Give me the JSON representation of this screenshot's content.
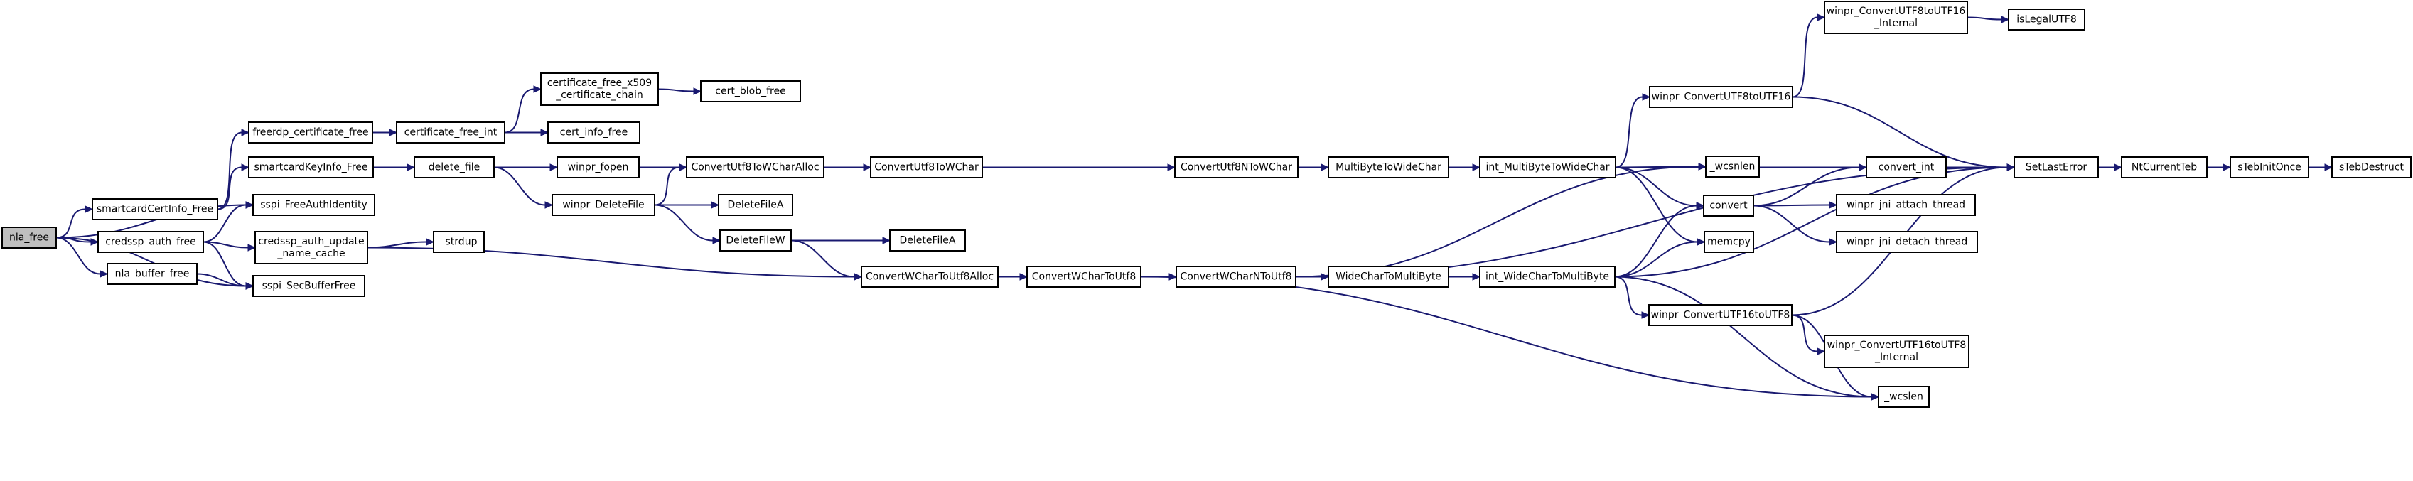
{
  "colors": {
    "edge": "#191970",
    "node_border": "#000000",
    "root_fill": "#bfbfbf",
    "node_fill": "#ffffff"
  },
  "nodes": [
    {
      "id": "nla_free",
      "label": [
        "nla_free"
      ],
      "root": true
    },
    {
      "id": "smartcardCertInfo_Free",
      "label": [
        "smartcardCertInfo_Free"
      ]
    },
    {
      "id": "sspi_FreeAuthIdentity",
      "label": [
        "sspi_FreeAuthIdentity"
      ]
    },
    {
      "id": "credssp_auth_free",
      "label": [
        "credssp_auth_free"
      ]
    },
    {
      "id": "nla_buffer_free",
      "label": [
        "nla_buffer_free"
      ]
    },
    {
      "id": "sspi_SecBufferFree",
      "label": [
        "sspi_SecBufferFree"
      ]
    },
    {
      "id": "freerdp_certificate_free",
      "label": [
        "freerdp_certificate_free"
      ]
    },
    {
      "id": "smartcardKeyInfo_Free",
      "label": [
        "smartcardKeyInfo_Free"
      ]
    },
    {
      "id": "credssp_auth_update_name_cache",
      "label": [
        "credssp_auth_update",
        "_name_cache"
      ]
    },
    {
      "id": "certificate_free_int",
      "label": [
        "certificate_free_int"
      ]
    },
    {
      "id": "delete_file",
      "label": [
        "delete_file"
      ]
    },
    {
      "id": "_strdup",
      "label": [
        "_strdup"
      ]
    },
    {
      "id": "certificate_free_x509_certificate_chain",
      "label": [
        "certificate_free_x509",
        "_certificate_chain"
      ]
    },
    {
      "id": "cert_info_free",
      "label": [
        "cert_info_free"
      ]
    },
    {
      "id": "winpr_fopen",
      "label": [
        "winpr_fopen"
      ]
    },
    {
      "id": "winpr_DeleteFile",
      "label": [
        "winpr_DeleteFile"
      ]
    },
    {
      "id": "cert_blob_free",
      "label": [
        "cert_blob_free"
      ]
    },
    {
      "id": "ConvertUtf8ToWCharAlloc",
      "label": [
        "ConvertUtf8ToWCharAlloc"
      ]
    },
    {
      "id": "DeleteFileA_1",
      "label": [
        "DeleteFileA"
      ]
    },
    {
      "id": "DeleteFileW",
      "label": [
        "DeleteFileW"
      ]
    },
    {
      "id": "ConvertWCharToUtf8Alloc",
      "label": [
        "ConvertWCharToUtf8Alloc"
      ]
    },
    {
      "id": "DeleteFileA_2",
      "label": [
        "DeleteFileA"
      ]
    },
    {
      "id": "ConvertUtf8ToWChar",
      "label": [
        "ConvertUtf8ToWChar"
      ]
    },
    {
      "id": "ConvertWCharToUtf8",
      "label": [
        "ConvertWCharToUtf8"
      ]
    },
    {
      "id": "ConvertUtf8NToWChar",
      "label": [
        "ConvertUtf8NToWChar"
      ]
    },
    {
      "id": "ConvertWCharNToUtf8",
      "label": [
        "ConvertWCharNToUtf8"
      ]
    },
    {
      "id": "MultiByteToWideChar",
      "label": [
        "MultiByteToWideChar"
      ]
    },
    {
      "id": "WideCharToMultiByte",
      "label": [
        "WideCharToMultiByte"
      ]
    },
    {
      "id": "int_MultiByteToWideChar",
      "label": [
        "int_MultiByteToWideChar"
      ]
    },
    {
      "id": "int_WideCharToMultiByte",
      "label": [
        "int_WideCharToMultiByte"
      ]
    },
    {
      "id": "winpr_ConvertUTF8toUTF16_Internal",
      "label": [
        "winpr_ConvertUTF8toUTF16",
        "_Internal"
      ]
    },
    {
      "id": "winpr_ConvertUTF8toUTF16",
      "label": [
        "winpr_ConvertUTF8toUTF16"
      ]
    },
    {
      "id": "_wcsnlen",
      "label": [
        "_wcsnlen"
      ]
    },
    {
      "id": "convert",
      "label": [
        "convert"
      ]
    },
    {
      "id": "memcpy",
      "label": [
        "memcpy"
      ]
    },
    {
      "id": "winpr_ConvertUTF16toUTF8",
      "label": [
        "winpr_ConvertUTF16toUTF8"
      ]
    },
    {
      "id": "winpr_ConvertUTF16toUTF8_Internal",
      "label": [
        "winpr_ConvertUTF16toUTF8",
        "_Internal"
      ]
    },
    {
      "id": "_wcslen",
      "label": [
        "_wcslen"
      ]
    },
    {
      "id": "isLegalUTF8",
      "label": [
        "isLegalUTF8"
      ]
    },
    {
      "id": "convert_int",
      "label": [
        "convert_int"
      ]
    },
    {
      "id": "winpr_jni_attach_thread",
      "label": [
        "winpr_jni_attach_thread"
      ]
    },
    {
      "id": "winpr_jni_detach_thread",
      "label": [
        "winpr_jni_detach_thread"
      ]
    },
    {
      "id": "SetLastError",
      "label": [
        "SetLastError"
      ]
    },
    {
      "id": "NtCurrentTeb",
      "label": [
        "NtCurrentTeb"
      ]
    },
    {
      "id": "sTebInitOnce",
      "label": [
        "sTebInitOnce"
      ]
    },
    {
      "id": "sTebDestruct",
      "label": [
        "sTebDestruct"
      ]
    }
  ],
  "edges": [
    [
      "nla_free",
      "smartcardCertInfo_Free"
    ],
    [
      "nla_free",
      "sspi_FreeAuthIdentity"
    ],
    [
      "nla_free",
      "credssp_auth_free"
    ],
    [
      "nla_free",
      "nla_buffer_free"
    ],
    [
      "nla_free",
      "sspi_SecBufferFree"
    ],
    [
      "smartcardCertInfo_Free",
      "freerdp_certificate_free"
    ],
    [
      "smartcardCertInfo_Free",
      "smartcardKeyInfo_Free"
    ],
    [
      "credssp_auth_free",
      "sspi_FreeAuthIdentity"
    ],
    [
      "credssp_auth_free",
      "credssp_auth_update_name_cache"
    ],
    [
      "credssp_auth_free",
      "sspi_SecBufferFree"
    ],
    [
      "nla_buffer_free",
      "sspi_SecBufferFree"
    ],
    [
      "freerdp_certificate_free",
      "certificate_free_int"
    ],
    [
      "smartcardKeyInfo_Free",
      "delete_file"
    ],
    [
      "credssp_auth_update_name_cache",
      "_strdup"
    ],
    [
      "credssp_auth_update_name_cache",
      "ConvertWCharToUtf8Alloc"
    ],
    [
      "certificate_free_int",
      "certificate_free_x509_certificate_chain"
    ],
    [
      "certificate_free_int",
      "cert_info_free"
    ],
    [
      "certificate_free_x509_certificate_chain",
      "cert_blob_free"
    ],
    [
      "delete_file",
      "winpr_fopen"
    ],
    [
      "delete_file",
      "winpr_DeleteFile"
    ],
    [
      "winpr_fopen",
      "ConvertUtf8ToWCharAlloc"
    ],
    [
      "winpr_DeleteFile",
      "ConvertUtf8ToWCharAlloc"
    ],
    [
      "winpr_DeleteFile",
      "DeleteFileA_1"
    ],
    [
      "winpr_DeleteFile",
      "DeleteFileW"
    ],
    [
      "DeleteFileW",
      "DeleteFileA_2"
    ],
    [
      "DeleteFileW",
      "ConvertWCharToUtf8Alloc"
    ],
    [
      "ConvertUtf8ToWCharAlloc",
      "ConvertUtf8ToWChar"
    ],
    [
      "ConvertWCharToUtf8Alloc",
      "ConvertWCharToUtf8"
    ],
    [
      "ConvertUtf8ToWChar",
      "ConvertUtf8NToWChar"
    ],
    [
      "ConvertWCharToUtf8",
      "ConvertWCharNToUtf8"
    ],
    [
      "ConvertWCharToUtf8",
      "_wcslen"
    ],
    [
      "ConvertUtf8NToWChar",
      "MultiByteToWideChar"
    ],
    [
      "ConvertUtf8NToWChar",
      "SetLastError"
    ],
    [
      "ConvertWCharNToUtf8",
      "WideCharToMultiByte"
    ],
    [
      "ConvertWCharNToUtf8",
      "_wcsnlen"
    ],
    [
      "ConvertWCharNToUtf8",
      "SetLastError"
    ],
    [
      "MultiByteToWideChar",
      "int_MultiByteToWideChar"
    ],
    [
      "WideCharToMultiByte",
      "int_WideCharToMultiByte"
    ],
    [
      "int_MultiByteToWideChar",
      "winpr_ConvertUTF8toUTF16"
    ],
    [
      "int_MultiByteToWideChar",
      "SetLastError"
    ],
    [
      "int_MultiByteToWideChar",
      "_wcsnlen"
    ],
    [
      "int_MultiByteToWideChar",
      "convert"
    ],
    [
      "int_MultiByteToWideChar",
      "memcpy"
    ],
    [
      "int_WideCharToMultiByte",
      "convert"
    ],
    [
      "int_WideCharToMultiByte",
      "memcpy"
    ],
    [
      "int_WideCharToMultiByte",
      "SetLastError"
    ],
    [
      "int_WideCharToMultiByte",
      "winpr_ConvertUTF16toUTF8"
    ],
    [
      "int_WideCharToMultiByte",
      "_wcslen"
    ],
    [
      "winpr_ConvertUTF8toUTF16",
      "winpr_ConvertUTF8toUTF16_Internal"
    ],
    [
      "winpr_ConvertUTF8toUTF16",
      "SetLastError"
    ],
    [
      "winpr_ConvertUTF8toUTF16_Internal",
      "isLegalUTF8"
    ],
    [
      "convert",
      "convert_int"
    ],
    [
      "convert",
      "winpr_jni_attach_thread"
    ],
    [
      "convert",
      "winpr_jni_detach_thread"
    ],
    [
      "convert_int",
      "SetLastError"
    ],
    [
      "winpr_ConvertUTF16toUTF8",
      "winpr_ConvertUTF16toUTF8_Internal"
    ],
    [
      "winpr_ConvertUTF16toUTF8",
      "SetLastError"
    ],
    [
      "winpr_ConvertUTF16toUTF8",
      "_wcslen"
    ],
    [
      "SetLastError",
      "NtCurrentTeb"
    ],
    [
      "NtCurrentTeb",
      "sTebInitOnce"
    ],
    [
      "sTebInitOnce",
      "sTebDestruct"
    ]
  ]
}
